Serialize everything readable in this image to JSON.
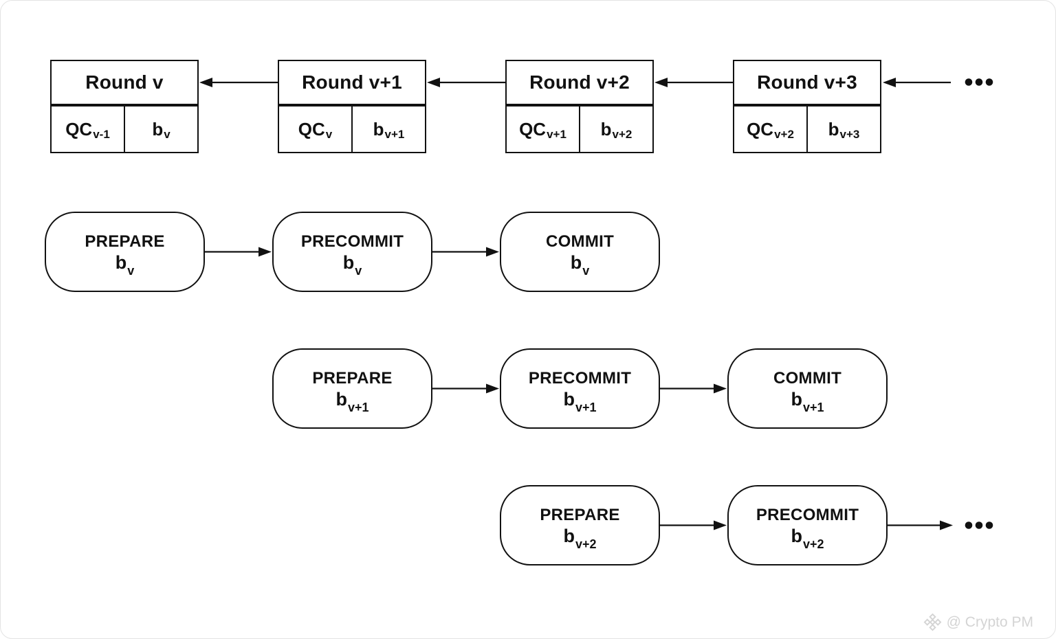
{
  "rounds": [
    {
      "title": "Round v",
      "qc_base": "QC",
      "qc_sub": "v-1",
      "block_base": "b",
      "block_sub": "v"
    },
    {
      "title": "Round v+1",
      "qc_base": "QC",
      "qc_sub": "v",
      "block_base": "b",
      "block_sub": "v+1"
    },
    {
      "title": "Round v+2",
      "qc_base": "QC",
      "qc_sub": "v+1",
      "block_base": "b",
      "block_sub": "v+2"
    },
    {
      "title": "Round v+3",
      "qc_base": "QC",
      "qc_sub": "v+2",
      "block_base": "b",
      "block_sub": "v+3"
    }
  ],
  "pipeline": {
    "rows": [
      [
        {
          "label": "PREPARE",
          "block": "b",
          "sub": "v"
        },
        {
          "label": "PRECOMMIT",
          "block": "b",
          "sub": "v"
        },
        {
          "label": "COMMIT",
          "block": "b",
          "sub": "v"
        }
      ],
      [
        {
          "label": "PREPARE",
          "block": "b",
          "sub": "v+1"
        },
        {
          "label": "PRECOMMIT",
          "block": "b",
          "sub": "v+1"
        },
        {
          "label": "COMMIT",
          "block": "b",
          "sub": "v+1"
        }
      ],
      [
        {
          "label": "PREPARE",
          "block": "b",
          "sub": "v+2"
        },
        {
          "label": "PRECOMMIT",
          "block": "b",
          "sub": "v+2"
        }
      ]
    ]
  },
  "icons": {
    "top_ellipsis": "ellipsis-dots",
    "bottom_ellipsis": "ellipsis-dots",
    "watermark_logo": "binance-diamond"
  },
  "colors": {
    "ink": "#111111",
    "background": "#ffffff",
    "watermark": "#d4d4d4"
  },
  "watermark": {
    "text": "@ Crypto PM"
  }
}
